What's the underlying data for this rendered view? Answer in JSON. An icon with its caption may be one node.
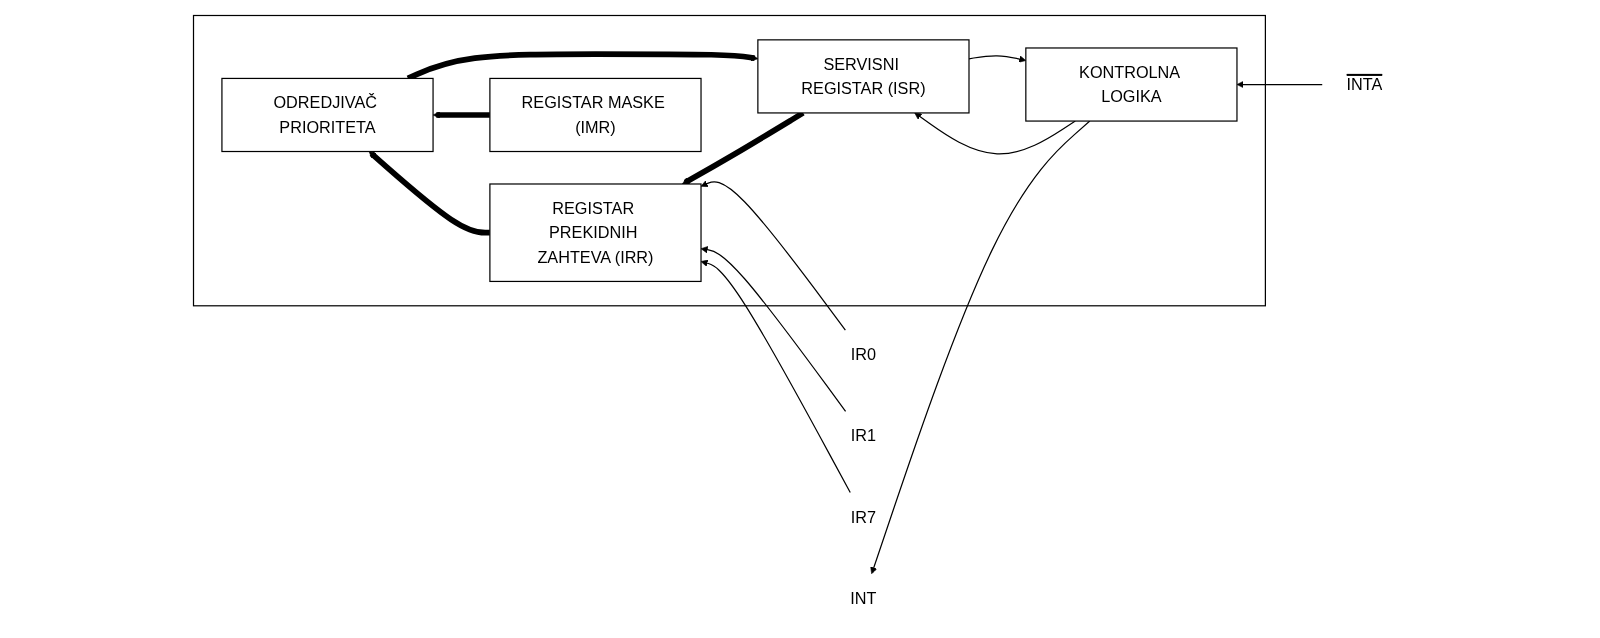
{
  "diagram": {
    "nodes": [
      {
        "text": [],
        "shape": "box"
      },
      {
        "text": [
          "KONTROLNA LOGIKA"
        ],
        "in": 0
      },
      {
        "text": [
          "SERVISNI REGISTAR (ISR)"
        ],
        "in": 0
      },
      {
        "text": [
          "ODREDJIVAČ PRIORITETA"
        ],
        "in": 0
      },
      {
        "text": [
          "REGISTAR PREKIDNIH ZAHTEVA (IRR)"
        ],
        "in": 0
      },
      {
        "text": [
          "REGISTAR MASKE (IMR)"
        ],
        "in": 0
      },
      {
        "text": [
          "INT"
        ]
      },
      {
        "text": [
          "INTA"
        ]
      },
      {
        "text": [
          "IR0"
        ]
      },
      {
        "text": [
          "IR1"
        ]
      },
      {
        "text": [
          "IR7"
        ]
      }
    ],
    "edges": [
      {
        "from": 1,
        "to": 6,
        "arrow": "to"
      },
      {
        "from": 7,
        "to": 1,
        "arrow": "to"
      },
      {
        "from": 1,
        "to": 2,
        "arrow": "to"
      },
      {
        "from": 2,
        "to": 1,
        "arrow": "to"
      },
      {
        "from": 3,
        "to": 2,
        "arrow": "to",
        "style": "thick"
      },
      {
        "from": 4,
        "to": 3,
        "arrow": "to",
        "style": "thick"
      },
      {
        "from": 5,
        "to": 3,
        "arrow": "to",
        "style": "thick"
      },
      {
        "from": 2,
        "to": 4,
        "arrow": "to",
        "style": "thick"
      },
      {
        "from": 8,
        "to": 4,
        "arrow": "to"
      },
      {
        "from": 9,
        "to": 4,
        "arrow": "to"
      },
      {
        "from": 10,
        "to": 4,
        "arrow": "to"
      }
    ]
  }
}
